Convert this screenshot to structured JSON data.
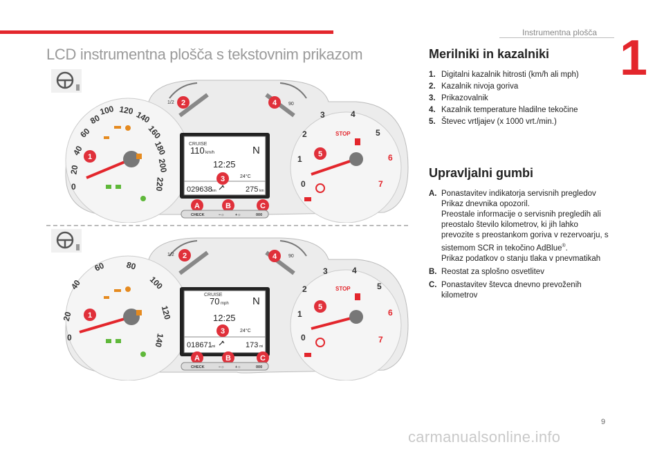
{
  "header": {
    "chapter_title": "Instrumentna plošča",
    "chapter_number": "1"
  },
  "left_title": "LCD instrumentna plošča s tekstovnim prikazom",
  "gauges_section": {
    "title": "Merilniki in kazalniki",
    "items": [
      {
        "num": "1.",
        "text": "Digitalni kazalnik hitrosti (km/h ali mph)"
      },
      {
        "num": "2.",
        "text": "Kazalnik nivoja goriva"
      },
      {
        "num": "3.",
        "text": "Prikazovalnik"
      },
      {
        "num": "4.",
        "text": "Kazalnik temperature hladilne tekočine"
      },
      {
        "num": "5.",
        "text": "Števec vrtljajev (x 1000 vrt./min.)"
      }
    ]
  },
  "controls_section": {
    "title": "Upravljalni gumbi",
    "items": [
      {
        "letter": "A.",
        "text": "Ponastavitev indikatorja servisnih pregledov\nPrikaz dnevnika opozoril.\nPreostale informacije o servisnih pregledih ali preostalo število kilometrov, ki jih lahko prevozite s preostankom goriva v rezervoarju, s sistemom SCR in tekočino AdBlue",
        "reg": "®",
        "tail": ".\nPrikaz podatkov o stanju tlaka v pnevmatikah"
      },
      {
        "letter": "B.",
        "text": "Reostat za splošno osvetlitev"
      },
      {
        "letter": "C.",
        "text": "Ponastavitev števca dnevno prevoženih kilometrov"
      }
    ]
  },
  "clusters": [
    {
      "cruise": "CRUISE",
      "speed": "110",
      "speed_unit": "km/h",
      "gear": "N",
      "time": "12:25",
      "temp": "24°C",
      "odometer": "029638",
      "odo_unit": "km",
      "trip": "275",
      "trip_unit": "km",
      "speedo_labels": [
        "20",
        "40",
        "60",
        "80",
        "100",
        "120",
        "140",
        "160",
        "180",
        "200",
        "220",
        "0"
      ]
    },
    {
      "cruise": "CRUISE",
      "speed": "70",
      "speed_unit": "mph",
      "gear": "N",
      "time": "12:25",
      "temp": "24°C",
      "odometer": "018671",
      "odo_unit": "mi",
      "trip": "173",
      "trip_unit": "mi",
      "speedo_labels": [
        "20",
        "40",
        "60",
        "80",
        "100",
        "120",
        "140",
        "0"
      ]
    }
  ],
  "callouts": {
    "n1": "1",
    "n2": "2",
    "n3": "3",
    "n4": "4",
    "n5": "5",
    "a": "A",
    "b": "B",
    "c": "C"
  },
  "buttons": {
    "check": "CHECK",
    "b_minus": "−☼",
    "b_plus": "+☼",
    "c_label": "000"
  },
  "tacho_labels": [
    "0",
    "1",
    "2",
    "3",
    "4",
    "5",
    "6",
    "7"
  ],
  "stop_label": "STOP",
  "fuel_half": "1/2",
  "temp_90": "90",
  "footer": {
    "watermark": "carmanualsonline.info",
    "page_number": "9"
  },
  "colors": {
    "accent": "#e3262c",
    "callout": "#e0303a",
    "warning_amber": "#e58a1f",
    "green": "#5fb83a"
  }
}
